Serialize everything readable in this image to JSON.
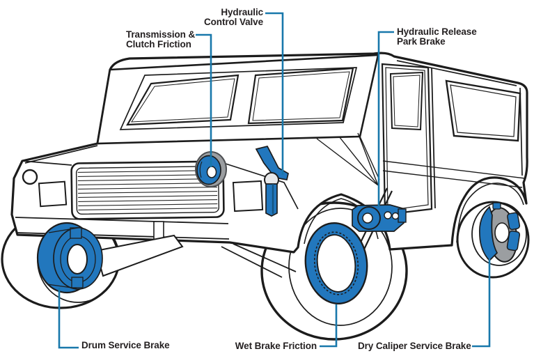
{
  "diagram": {
    "colors": {
      "component_blue": "#2277bd",
      "leader_blue": "#1878ab",
      "outline_black": "#231f20",
      "metal_gray": "#9b9ea1"
    },
    "labels": {
      "hydraulic_control_valve": {
        "line1": "Hydraulic",
        "line2": "Control Valve"
      },
      "transmission_clutch": {
        "line1": "Transmission &",
        "line2": "Clutch Friction"
      },
      "hydraulic_release_park_brake": {
        "line1": "Hydraulic Release",
        "line2": "Park Brake"
      },
      "drum_service_brake": {
        "text": "Drum Service Brake"
      },
      "wet_brake_friction": {
        "text": "Wet Brake Friction"
      },
      "dry_caliper_service_brake": {
        "text": "Dry Caliper Service Brake"
      }
    }
  }
}
